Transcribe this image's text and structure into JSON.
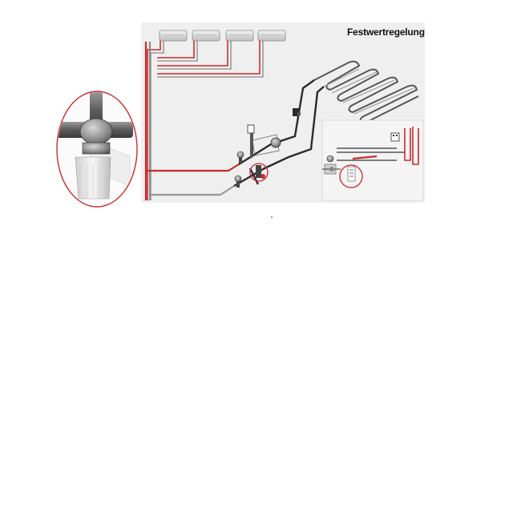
{
  "diagram": {
    "title": "Festwertregelung",
    "components": {
      "radiators": [
        "radiator",
        "radiator",
        "radiator",
        "radiator"
      ],
      "floor_heating_loop": "floor-heating-loop",
      "detail_inset": "valve-thermostat-detail",
      "circulation_pump": "pump",
      "mixing_valve": "mixing-valve"
    },
    "colors": {
      "supply": "#cc2a2a",
      "return": "#9a9a9a",
      "pipe_dark": "#2b2b2b",
      "highlight_circle": "#cc2233",
      "panel_bg": "#eeeeee"
    }
  }
}
